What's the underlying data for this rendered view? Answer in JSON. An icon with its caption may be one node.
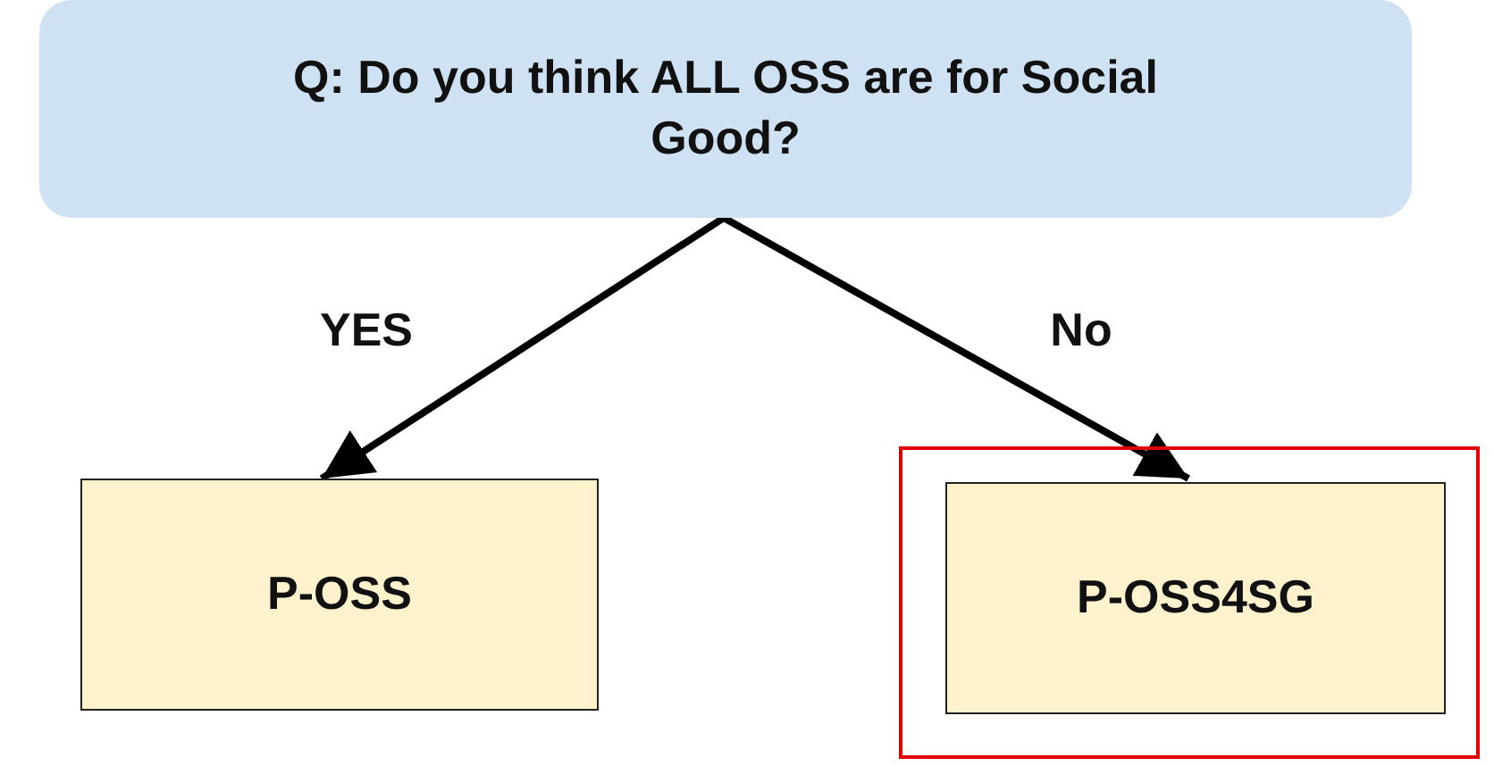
{
  "diagram": {
    "nodes": [
      {
        "text": [
          "Q: Do you think ALL OSS are for Social Good?"
        ]
      },
      {
        "text": [
          "P-OSS"
        ]
      },
      {
        "text": [],
        "shape": "box"
      },
      {
        "text": [
          "P-OSS4SG"
        ],
        "in": 2
      }
    ],
    "edges": [
      {
        "from": 0,
        "to": 1,
        "arrow": "to",
        "label": "YES"
      },
      {
        "from": 0,
        "to": 3,
        "arrow": "to",
        "label": "No"
      }
    ]
  }
}
